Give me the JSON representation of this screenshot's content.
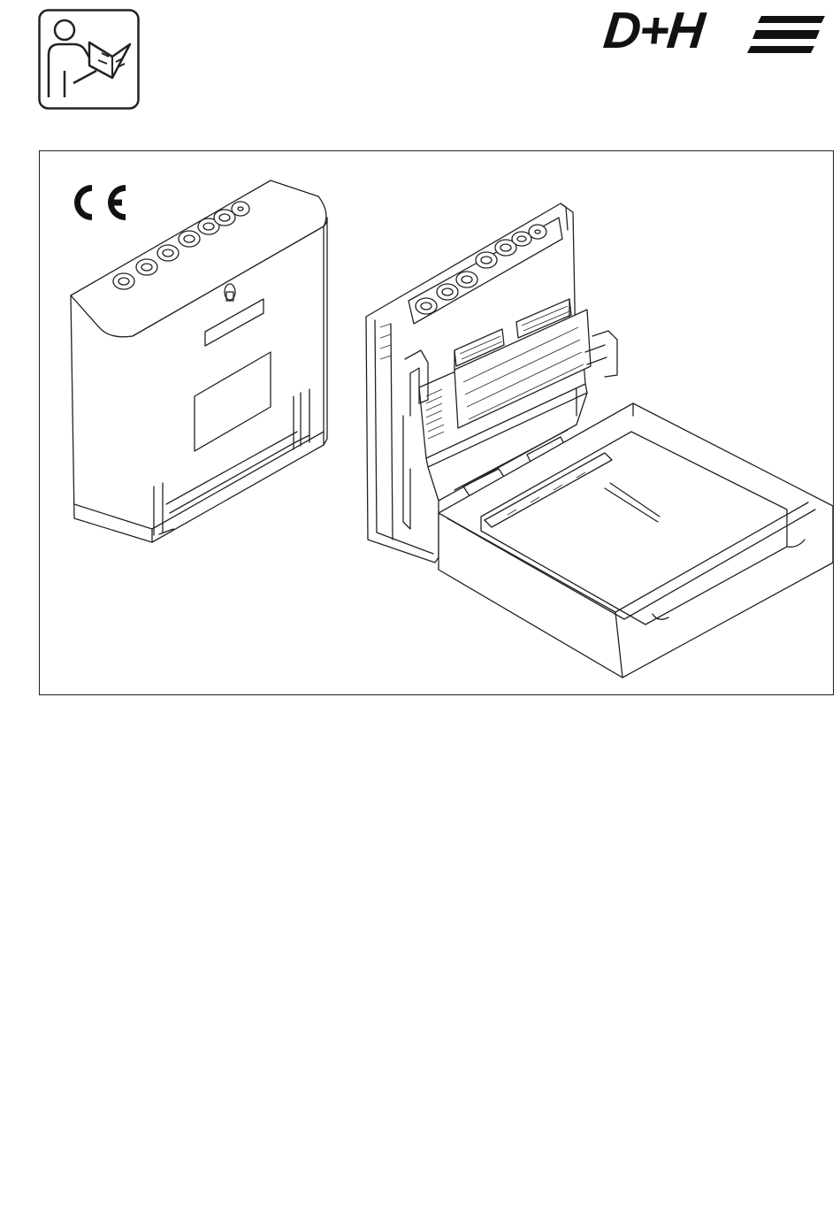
{
  "header": {
    "manual_icon": "read-manual-icon",
    "brand_logo": "D+H",
    "brand_logo_icon": "dh-logo-stripes-icon"
  },
  "figure": {
    "ce_mark": "CE",
    "closed_housing_icon": "control-unit-closed-illustration",
    "open_housing_icon": "control-unit-open-illustration"
  },
  "colors": {
    "ink": "#222222",
    "background": "#ffffff"
  }
}
